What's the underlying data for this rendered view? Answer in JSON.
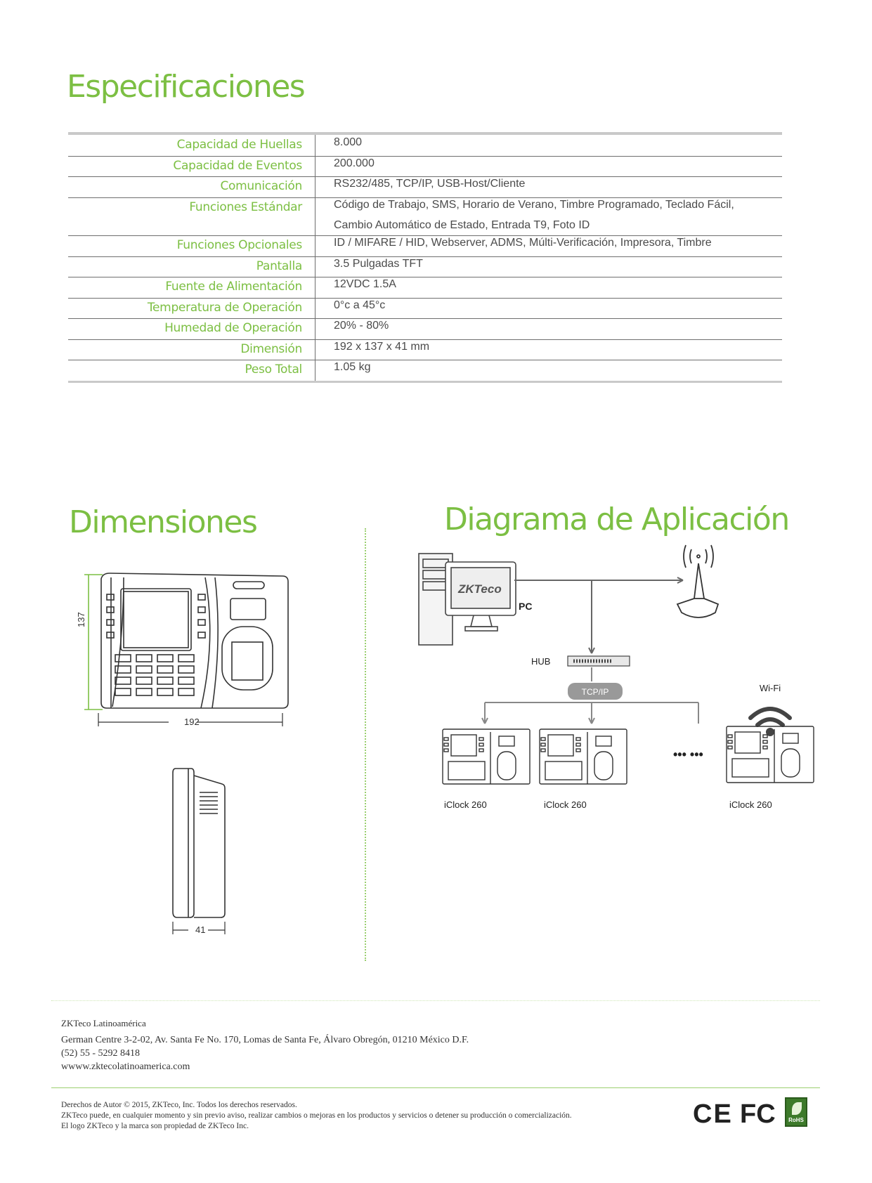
{
  "titles": {
    "specs": "Especificaciones",
    "dimensions": "Dimensiones",
    "diagram": "Diagrama de Aplicación"
  },
  "specs": [
    {
      "label": "Capacidad de Huellas",
      "value": "8.000"
    },
    {
      "label": "Capacidad de Eventos",
      "value": "200.000"
    },
    {
      "label": "Comunicación",
      "value": "RS232/485, TCP/IP, USB-Host/Cliente"
    },
    {
      "label": "Funciones Estándar",
      "value": "Código de Trabajo, SMS, Horario de Verano, Timbre Programado, Teclado Fácil,",
      "value2": "Cambio Automático de Estado, Entrada T9, Foto ID"
    },
    {
      "label": "Funciones Opcionales",
      "value": "ID / MIFARE / HID, Webserver, ADMS, Múlti-Verificación, Impresora, Timbre"
    },
    {
      "label": "Pantalla",
      "value": "3.5 Pulgadas TFT"
    },
    {
      "label": "Fuente de Alimentación",
      "value": "12VDC 1.5A"
    },
    {
      "label": "Temperatura de Operación",
      "value": "0°c a 45°c"
    },
    {
      "label": "Humedad de Operación",
      "value": "20% - 80%"
    },
    {
      "label": "Dimensión",
      "value": "192 x 137 x 41 mm"
    },
    {
      "label": "Peso Total",
      "value": "1.05 kg"
    }
  ],
  "dimensions": {
    "height": "137",
    "width": "192",
    "depth": "41"
  },
  "diagram": {
    "pc_label": "PC",
    "logo_text": "ZKTeco",
    "hub_label": "HUB",
    "tcpip_label": "TCP/IP",
    "wifi_label": "Wi-Fi",
    "ellipsis": "••• •••",
    "devices": [
      "iClock 260",
      "iClock 260",
      "iClock 260"
    ]
  },
  "footer": {
    "company": "ZKTeco Latinoamérica",
    "address": "German Centre 3-2-02, Av. Santa Fe No. 170, Lomas de Santa Fe, Álvaro Obregón, 01210 México D.F.",
    "phone": "(52) 55 - 5292 8418",
    "website": "wwww.zktecolatinoamerica.com",
    "legal1": "Derechos de Autor © 2015, ZKTeco, Inc. Todos los derechos reservados.",
    "legal2": "ZKTeco puede, en cualquier momento y sin previo aviso, realizar cambios o mejoras en los productos y servicios o detener su producción o comercialización.",
    "legal3": "El logo ZKTeco y la marca son propiedad de ZKTeco Inc."
  },
  "certifications": {
    "ce": "CE",
    "fc": "FC",
    "rohs": "RoHS"
  },
  "colors": {
    "accent": "#7cbf43",
    "rule": "#6e6e6e",
    "rule_heavy": "#c9c9c9"
  }
}
